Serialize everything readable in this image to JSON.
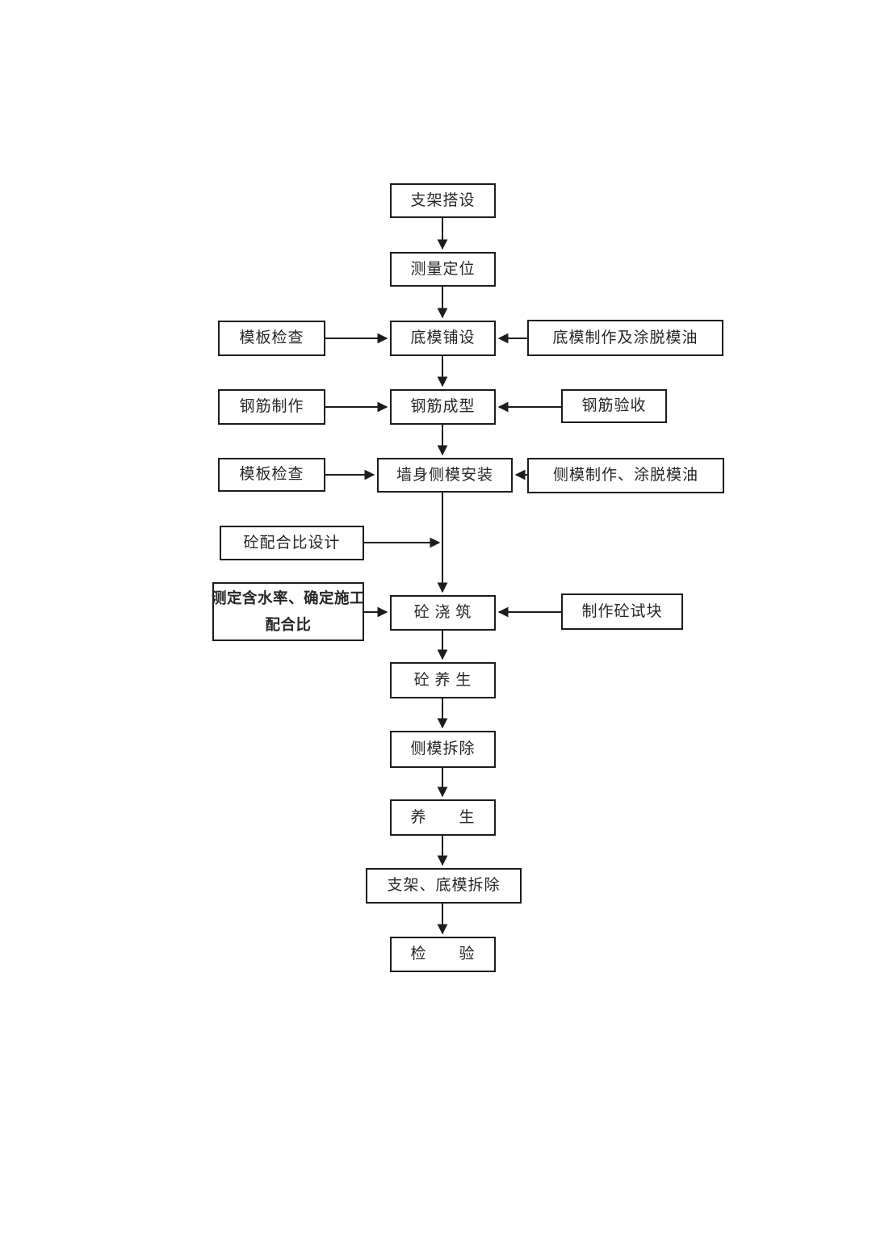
{
  "diagram": {
    "nodes": {
      "scaffold": "支架搭设",
      "survey": "测量定位",
      "bottom_laying": "底模铺设",
      "formwork_check_1": "模板检查",
      "bottom_making": "底模制作及涂脱模油",
      "rebar_forming": "钢筋成型",
      "rebar_making": "钢筋制作",
      "rebar_acceptance": "钢筋验收",
      "wall_side_install": "墙身侧模安装",
      "formwork_check_2": "模板检查",
      "side_making": "侧模制作、涂脱模油",
      "mix_design": "砼配合比设计",
      "pouring": "砼 浇 筑",
      "moisture_line1": "测定含水率、确定施工",
      "moisture_line2": "配合比",
      "test_blocks": "制作砼试块",
      "concrete_curing": "砼 养 生",
      "side_removal": "侧模拆除",
      "curing": "养　　生",
      "scaffold_removal": "支架、底模拆除",
      "inspection": "检　　验"
    },
    "colors": {
      "line": "#1c1c1c",
      "box_border": "#1c1c1c",
      "background": "#ffffff",
      "text": "#262626"
    }
  }
}
